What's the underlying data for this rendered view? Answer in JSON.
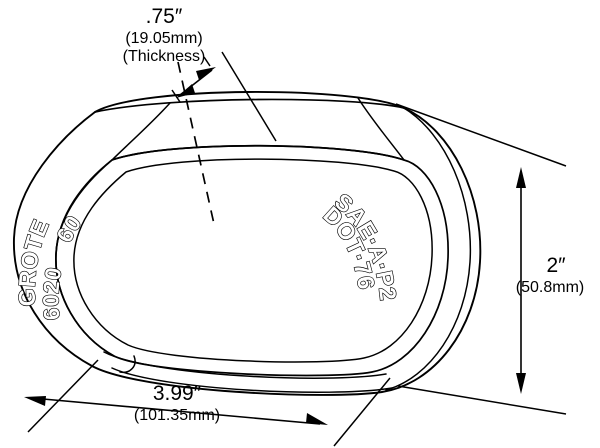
{
  "drawing": {
    "title": "Grote oval marker lamp dimensional drawing",
    "background_color": "#ffffff",
    "line_color": "#000000"
  },
  "dimensions": {
    "thickness": {
      "name": "thickness-dimension",
      "value_inch": ".75″",
      "value_mm": "(19.05mm)",
      "note": "(Thickness)"
    },
    "height": {
      "name": "height-dimension",
      "value_inch": "2″",
      "value_mm": "(50.8mm)"
    },
    "length": {
      "name": "length-dimension",
      "value_inch": "3.99″",
      "value_mm": "(101.35mm)"
    }
  },
  "embossing": {
    "left": {
      "brand": "GROTE",
      "part_outer": "6020",
      "part_inner": "60"
    },
    "right": {
      "line1": "SAE·A·P2",
      "line2": "DOT·76"
    }
  }
}
